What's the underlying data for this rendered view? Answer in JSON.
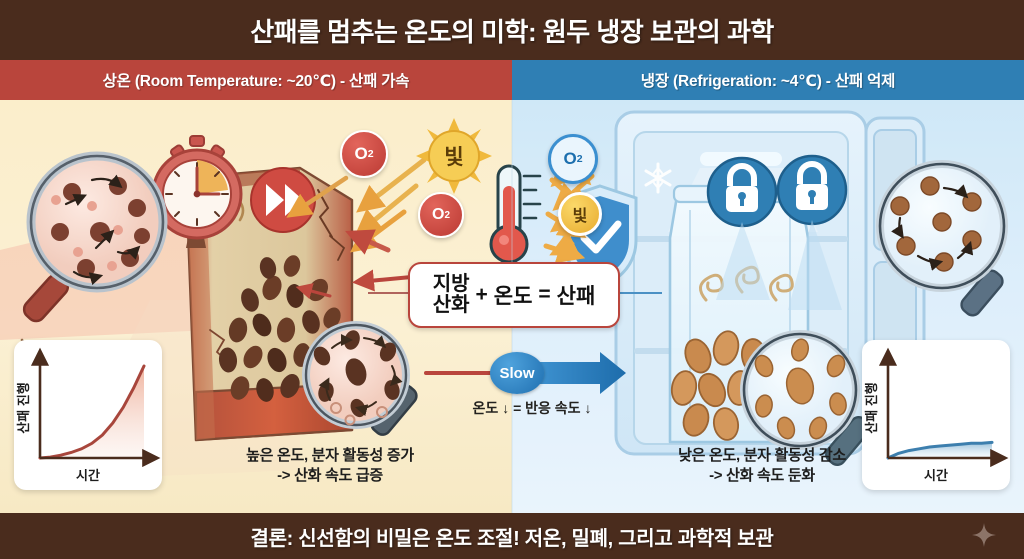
{
  "header": {
    "title": "산패를 멈추는 온도의 미학: 원두 냉장 보관의 과학"
  },
  "footer": {
    "conclusion": "결론: 신선함의 비밀은 온도 조절! 저온, 밀폐, 그리고 과학적 보관"
  },
  "panels": {
    "left": {
      "header": "상온 (Room Temperature: ~20℃) - 산패 가속",
      "caption_line1": "높은 온도, 분자 활동성 증가",
      "caption_line2": "-> 산화 속도 급증",
      "bubbles": {
        "o2_top": "O2",
        "o2_bottom": "O2",
        "light": "빛"
      },
      "icons": {
        "timer": "stopwatch-icon",
        "fast_forward": "fast-forward-icon",
        "magnifier": "magnifier-fast-molecules-icon",
        "bean_magnifier": "magnifier-oxidized-beans-icon",
        "bag": "open-coffee-bag-icon"
      },
      "accent": "#b9453c",
      "bg": "#fbeecb"
    },
    "right": {
      "header": "냉장 (Refrigeration: ~4℃) - 산패 억제",
      "caption_line1": "낮은 온도, 분자 활동성 감소",
      "caption_line2": "-> 산화 속도 둔화",
      "bubbles": {
        "o2": "O2",
        "light": "빛"
      },
      "icons": {
        "shield": "shield-check-icon",
        "lock_left": "lock-icon",
        "lock_right": "lock-icon",
        "snowflake": "snowflake-icon",
        "magnifier": "magnifier-slow-molecules-icon",
        "bean_magnifier": "magnifier-fresh-beans-icon",
        "fridge": "refrigerator-icon",
        "bag": "sealed-coffee-bag-icon"
      },
      "accent": "#2f7fb4",
      "bg": "#cfe8f7"
    }
  },
  "center": {
    "formula": {
      "term1_line1": "지방",
      "term1_line2": "산화",
      "plus": "+",
      "term2": "온도",
      "equals": "=",
      "result": "산패"
    },
    "thermometer": "thermometer-icon",
    "slow_badge": "Slow",
    "slow_caption": "온도 ↓ = 반응 속도 ↓",
    "arrow": "right-arrow-icon"
  },
  "chart_data": [
    {
      "type": "line",
      "id": "room-temperature-rancidity",
      "title": "",
      "xlabel": "시간",
      "ylabel": "산패 진행",
      "x": [
        0,
        1,
        2,
        3,
        4,
        5,
        6,
        7,
        8,
        9,
        10
      ],
      "values": [
        0,
        1,
        3,
        6,
        10,
        16,
        25,
        38,
        55,
        76,
        100
      ],
      "xlim": [
        0,
        10
      ],
      "ylim": [
        0,
        100
      ],
      "grid": false,
      "legend": "none",
      "color": "#a8463c",
      "fill": "#f2c3b4",
      "note": "exponential rise - rapid rancidity at room temperature"
    },
    {
      "type": "line",
      "id": "refrigerated-rancidity",
      "title": "",
      "xlabel": "시간",
      "ylabel": "산패 진행",
      "x": [
        0,
        1,
        2,
        3,
        4,
        5,
        6,
        7,
        8,
        9,
        10
      ],
      "values": [
        0,
        5,
        8,
        10,
        12,
        13,
        14,
        15,
        16,
        16,
        17
      ],
      "xlim": [
        0,
        10
      ],
      "ylim": [
        0,
        100
      ],
      "grid": false,
      "legend": "none",
      "color": "#3d7fae",
      "fill": "#cfe3f0",
      "note": "nearly flat - slow rancidity under refrigeration"
    }
  ]
}
